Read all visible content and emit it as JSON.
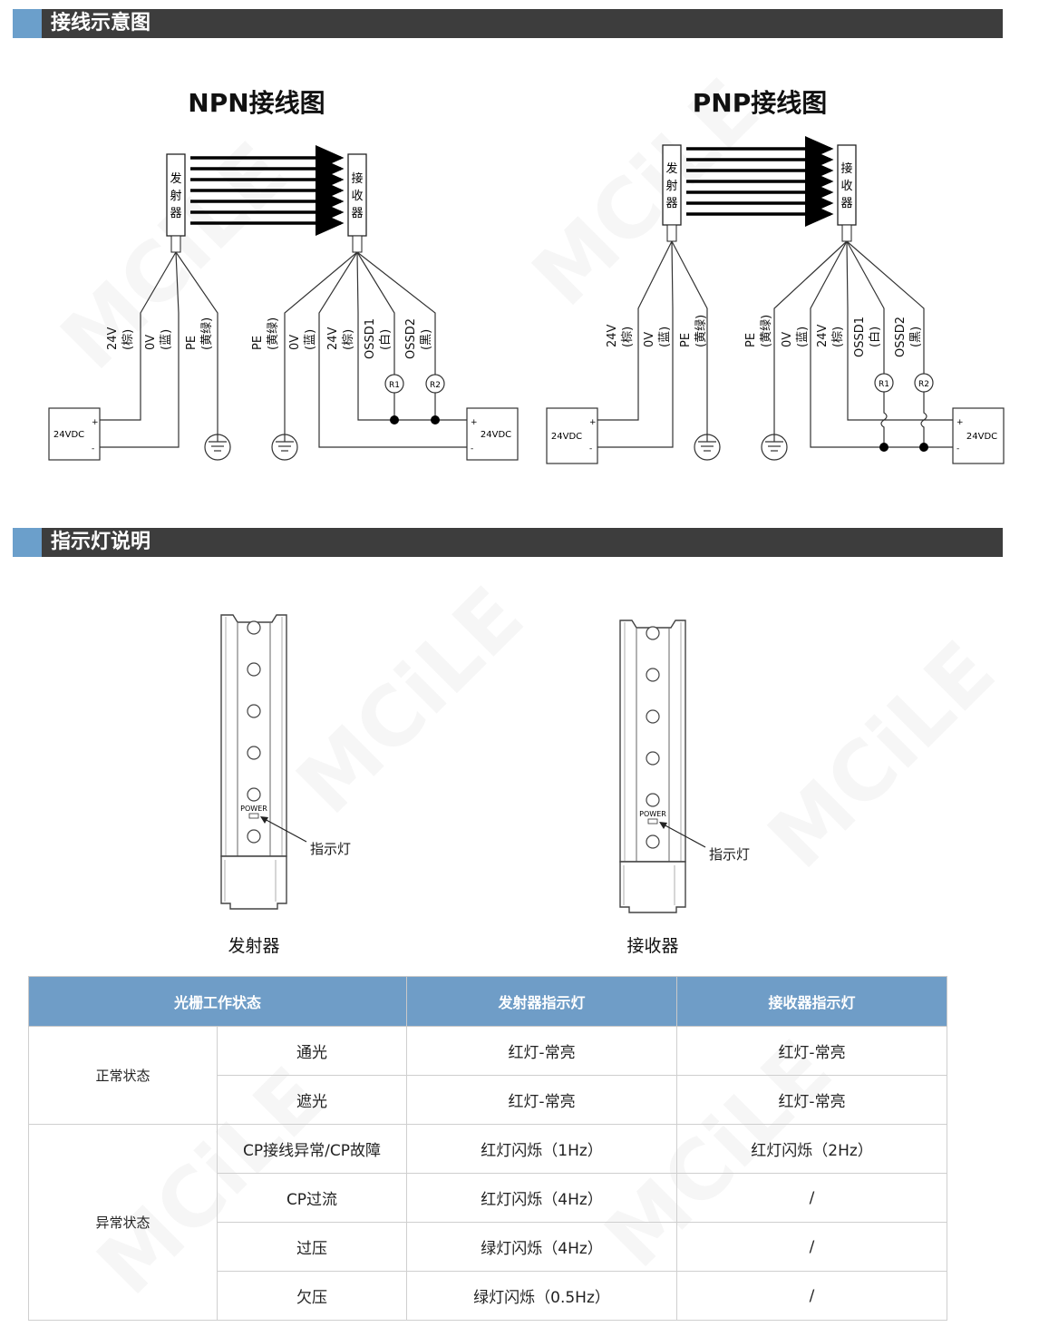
{
  "sections": {
    "wiring_title": "接线示意图",
    "indicator_title": "指示灯说明"
  },
  "npn": {
    "title": "NPN接线图",
    "emitter": [
      "发",
      "射",
      "器"
    ],
    "receiver": [
      "接",
      "收",
      "器"
    ],
    "emitter_wires": [
      "24V",
      "(棕)",
      "0V",
      "(蓝)",
      "PE",
      "(黄绿)"
    ],
    "receiver_wires": [
      "PE",
      "(黄绿)",
      "0V",
      "(蓝)",
      "24V",
      "(棕)",
      "OSSD1",
      "(白)",
      "OSSD2",
      "(黑)"
    ],
    "supply": "24VDC",
    "r1": "R1",
    "r2": "R2"
  },
  "pnp": {
    "title": "PNP接线图",
    "emitter": [
      "发",
      "射",
      "器"
    ],
    "receiver": [
      "接",
      "收",
      "器"
    ],
    "emitter_wires": [
      "24V",
      "(棕)",
      "0V",
      "(蓝)",
      "PE",
      "(黄绿)"
    ],
    "receiver_wires": [
      "PE",
      "(黄绿)",
      "0V",
      "(蓝)",
      "24V",
      "(棕)",
      "OSSD1",
      "(白)",
      "OSSD2",
      "(黑)"
    ],
    "supply": "24VDC",
    "r1": "R1",
    "r2": "R2"
  },
  "indicator": {
    "emitter_label": "发射器",
    "receiver_label": "接收器",
    "power": "POWER",
    "callout": "指示灯"
  },
  "table": {
    "headers": [
      "光栅工作状态",
      "发射器指示灯",
      "接收器指示灯"
    ],
    "groups": [
      "正常状态",
      "异常状态"
    ],
    "rows": [
      [
        "通光",
        "红灯-常亮",
        "红灯-常亮"
      ],
      [
        "遮光",
        "红灯-常亮",
        "红灯-常亮"
      ],
      [
        "CP接线异常/CP故障",
        "红灯闪烁（1Hz）",
        "红灯闪烁（2Hz）"
      ],
      [
        "CP过流",
        "红灯闪烁（4Hz）",
        "/"
      ],
      [
        "过压",
        "绿灯闪烁（4Hz）",
        "/"
      ],
      [
        "欠压",
        "绿灯闪烁（0.5Hz）",
        "/"
      ]
    ]
  },
  "watermark": "MCiLE",
  "colors": {
    "header_bar": "#3d3d3d",
    "accent": "#6b9fcb",
    "table_header": "#6f9dc7"
  }
}
